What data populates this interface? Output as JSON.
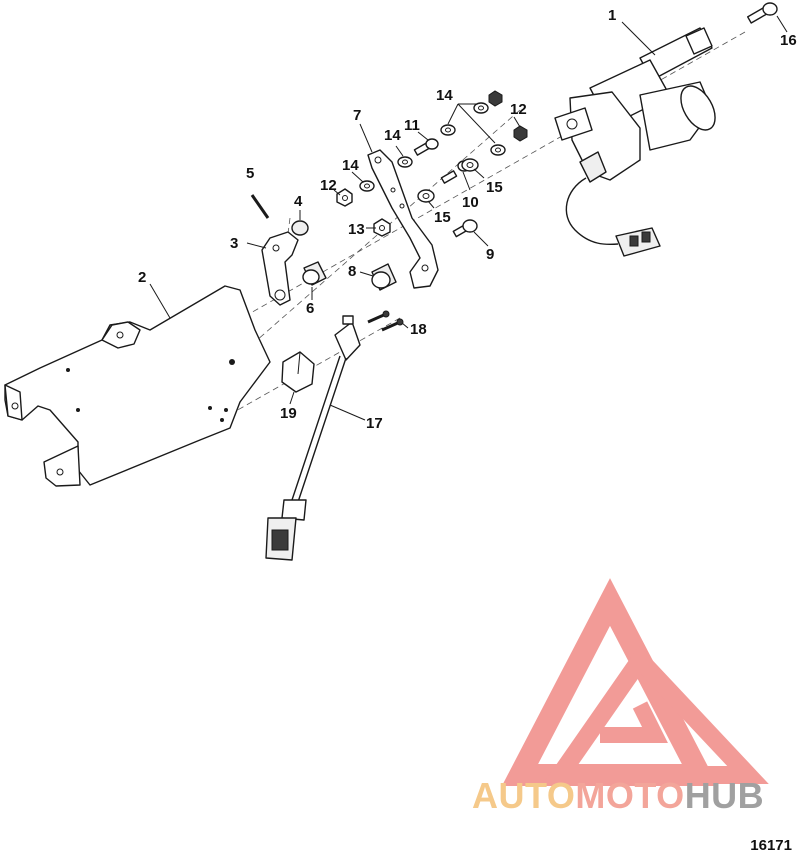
{
  "figure": {
    "number": "16171"
  },
  "callouts": {
    "p1": "1",
    "p2": "2",
    "p3": "3",
    "p4": "4",
    "p5": "5",
    "p6": "6",
    "p7": "7",
    "p8": "8",
    "p9": "9",
    "p10": "10",
    "p11": "11",
    "p12a": "12",
    "p12b": "12",
    "p13": "13",
    "p14a": "14",
    "p14b": "14",
    "p14c": "14",
    "p15a": "15",
    "p15b": "15",
    "p16": "16",
    "p17": "17",
    "p18": "18",
    "p19": "19"
  },
  "watermark": {
    "part1": "AUTO",
    "part2": "MOTO",
    "part3": "HUB",
    "colors": {
      "triangle": "#f08a86",
      "auto": "#f5c98a",
      "moto": "#f3a59a",
      "hub": "#a0a0a0"
    }
  }
}
